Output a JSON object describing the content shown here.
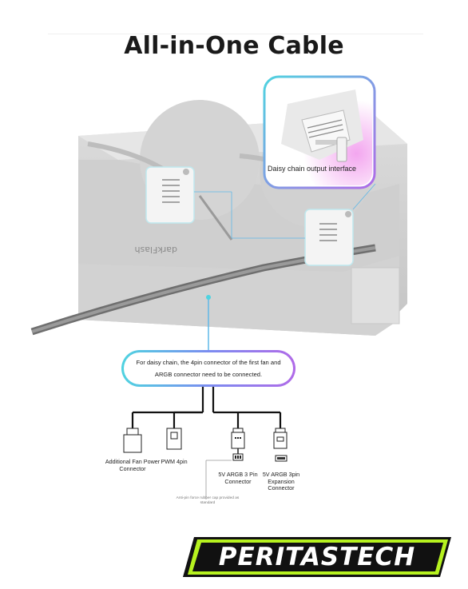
{
  "title": "All-in-One Cable",
  "zoom_label": "Daisy chain output interface",
  "fan_brand": "darkFlash",
  "daisy_text": "For daisy chain, the 4pin connector of the first fan and ARGB connector need to be connected.",
  "connectors": [
    {
      "label": "Additional Fan Power Connector"
    },
    {
      "label": "PWM 4pin"
    },
    {
      "label": "5V ARGB 3 Pin Connector"
    },
    {
      "label": "5V ARGB 3pin Expansion Connector"
    }
  ],
  "note": "Anti-pin force rubber cap provided as standard",
  "logo_text": "PERITASTECH",
  "colors": {
    "accent": "#b6f21f",
    "cyan": "#4fd3e0",
    "purple": "#b06ae8"
  }
}
